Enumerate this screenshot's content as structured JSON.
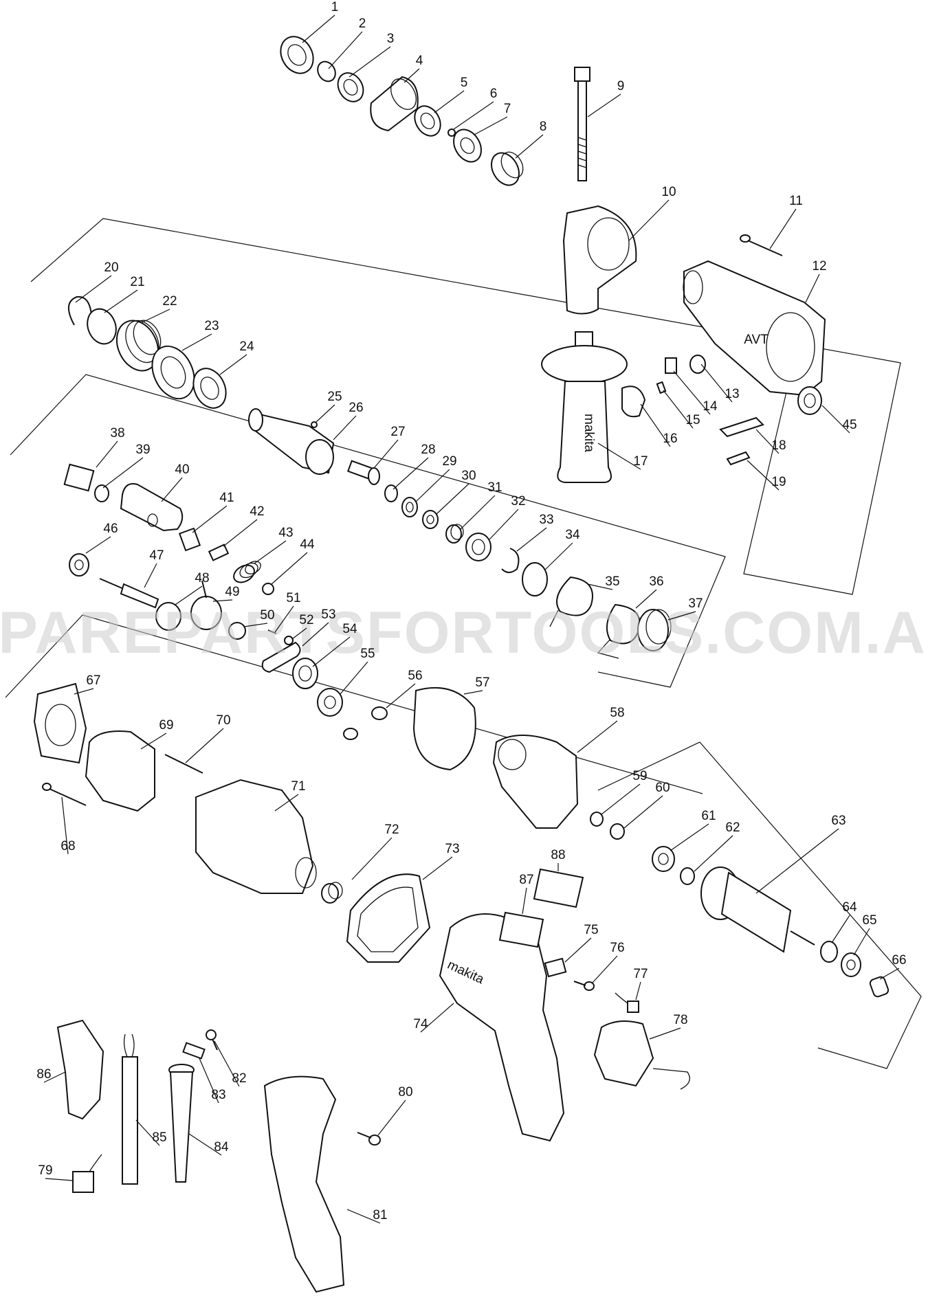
{
  "watermark": "SPAREPARTSFORTOOLS.COM.AU",
  "colors": {
    "ink": "#111111",
    "paper": "#ffffff",
    "watermark": "#cccccc"
  },
  "part_numbers": [
    "1",
    "2",
    "3",
    "4",
    "5",
    "6",
    "7",
    "8",
    "9",
    "10",
    "11",
    "12",
    "13",
    "14",
    "15",
    "16",
    "17",
    "18",
    "19",
    "20",
    "21",
    "22",
    "23",
    "24",
    "25",
    "26",
    "27",
    "28",
    "29",
    "30",
    "31",
    "32",
    "33",
    "34",
    "35",
    "36",
    "37",
    "38",
    "39",
    "40",
    "41",
    "42",
    "43",
    "44",
    "45",
    "46",
    "47",
    "48",
    "49",
    "50",
    "51",
    "52",
    "53",
    "54",
    "55",
    "56",
    "57",
    "58",
    "59",
    "60",
    "61",
    "62",
    "63",
    "64",
    "65",
    "66",
    "67",
    "68",
    "69",
    "70",
    "71",
    "72",
    "73",
    "74",
    "75",
    "76",
    "77",
    "78",
    "79",
    "80",
    "81",
    "82",
    "83",
    "84",
    "85",
    "86",
    "87",
    "88"
  ],
  "housing_text": {
    "front_housing_badge": "AVT",
    "side_handle_brand": "makita",
    "motor_housing_brand": "makita"
  }
}
